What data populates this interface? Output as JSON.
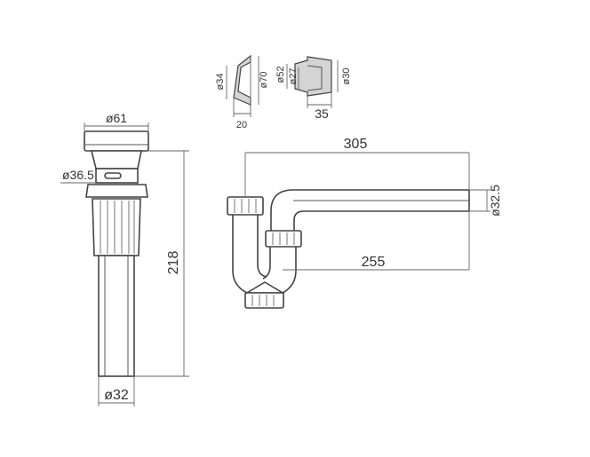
{
  "dimensions": {
    "drain_head_diameter": "ø61",
    "drain_body_diameter": "ø36.5",
    "drain_height": "218",
    "drain_tail_diameter": "ø32",
    "cone_inner_diameter": "ø34",
    "cone_outer_diameter": "ø70",
    "cone_depth": "20",
    "adapter_outer_diameter": "ø52",
    "adapter_inner_diameter": "ø27",
    "adapter_end_diameter": "ø30",
    "adapter_length": "35",
    "trap_total_length": "305",
    "trap_outlet_length": "255",
    "trap_pipe_diameter": "ø32.5"
  }
}
